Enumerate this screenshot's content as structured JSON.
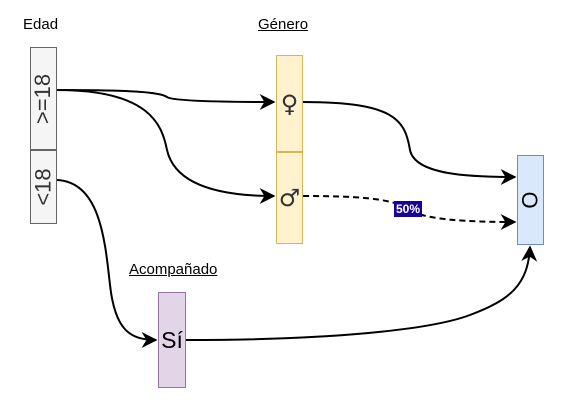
{
  "titles": {
    "edad": "Edad",
    "genero": "Género",
    "acompanado": "Acompañado"
  },
  "nodes": {
    "edad_ge18": {
      "label": ">=18",
      "fill": "#f5f5f5",
      "stroke": "#666666"
    },
    "edad_lt18": {
      "label": "<18",
      "fill": "#f5f5f5",
      "stroke": "#666666"
    },
    "genero_femenino": {
      "icon": "female-symbol-icon",
      "glyph": "♀",
      "fill": "#fff2cc",
      "stroke": "#d6b656"
    },
    "genero_masculino": {
      "icon": "male-symbol-icon",
      "glyph": "♂",
      "fill": "#fff2cc",
      "stroke": "#d6b656"
    },
    "acompanado_si": {
      "label": "Sí",
      "fill": "#e1d5e7",
      "stroke": "#9673a6"
    },
    "resultado": {
      "label": "O",
      "fill": "#dae8fc",
      "stroke": "#6c8ebf"
    }
  },
  "edges": {
    "probability_label": "50%",
    "probability_label_bg": "#1a0099"
  }
}
